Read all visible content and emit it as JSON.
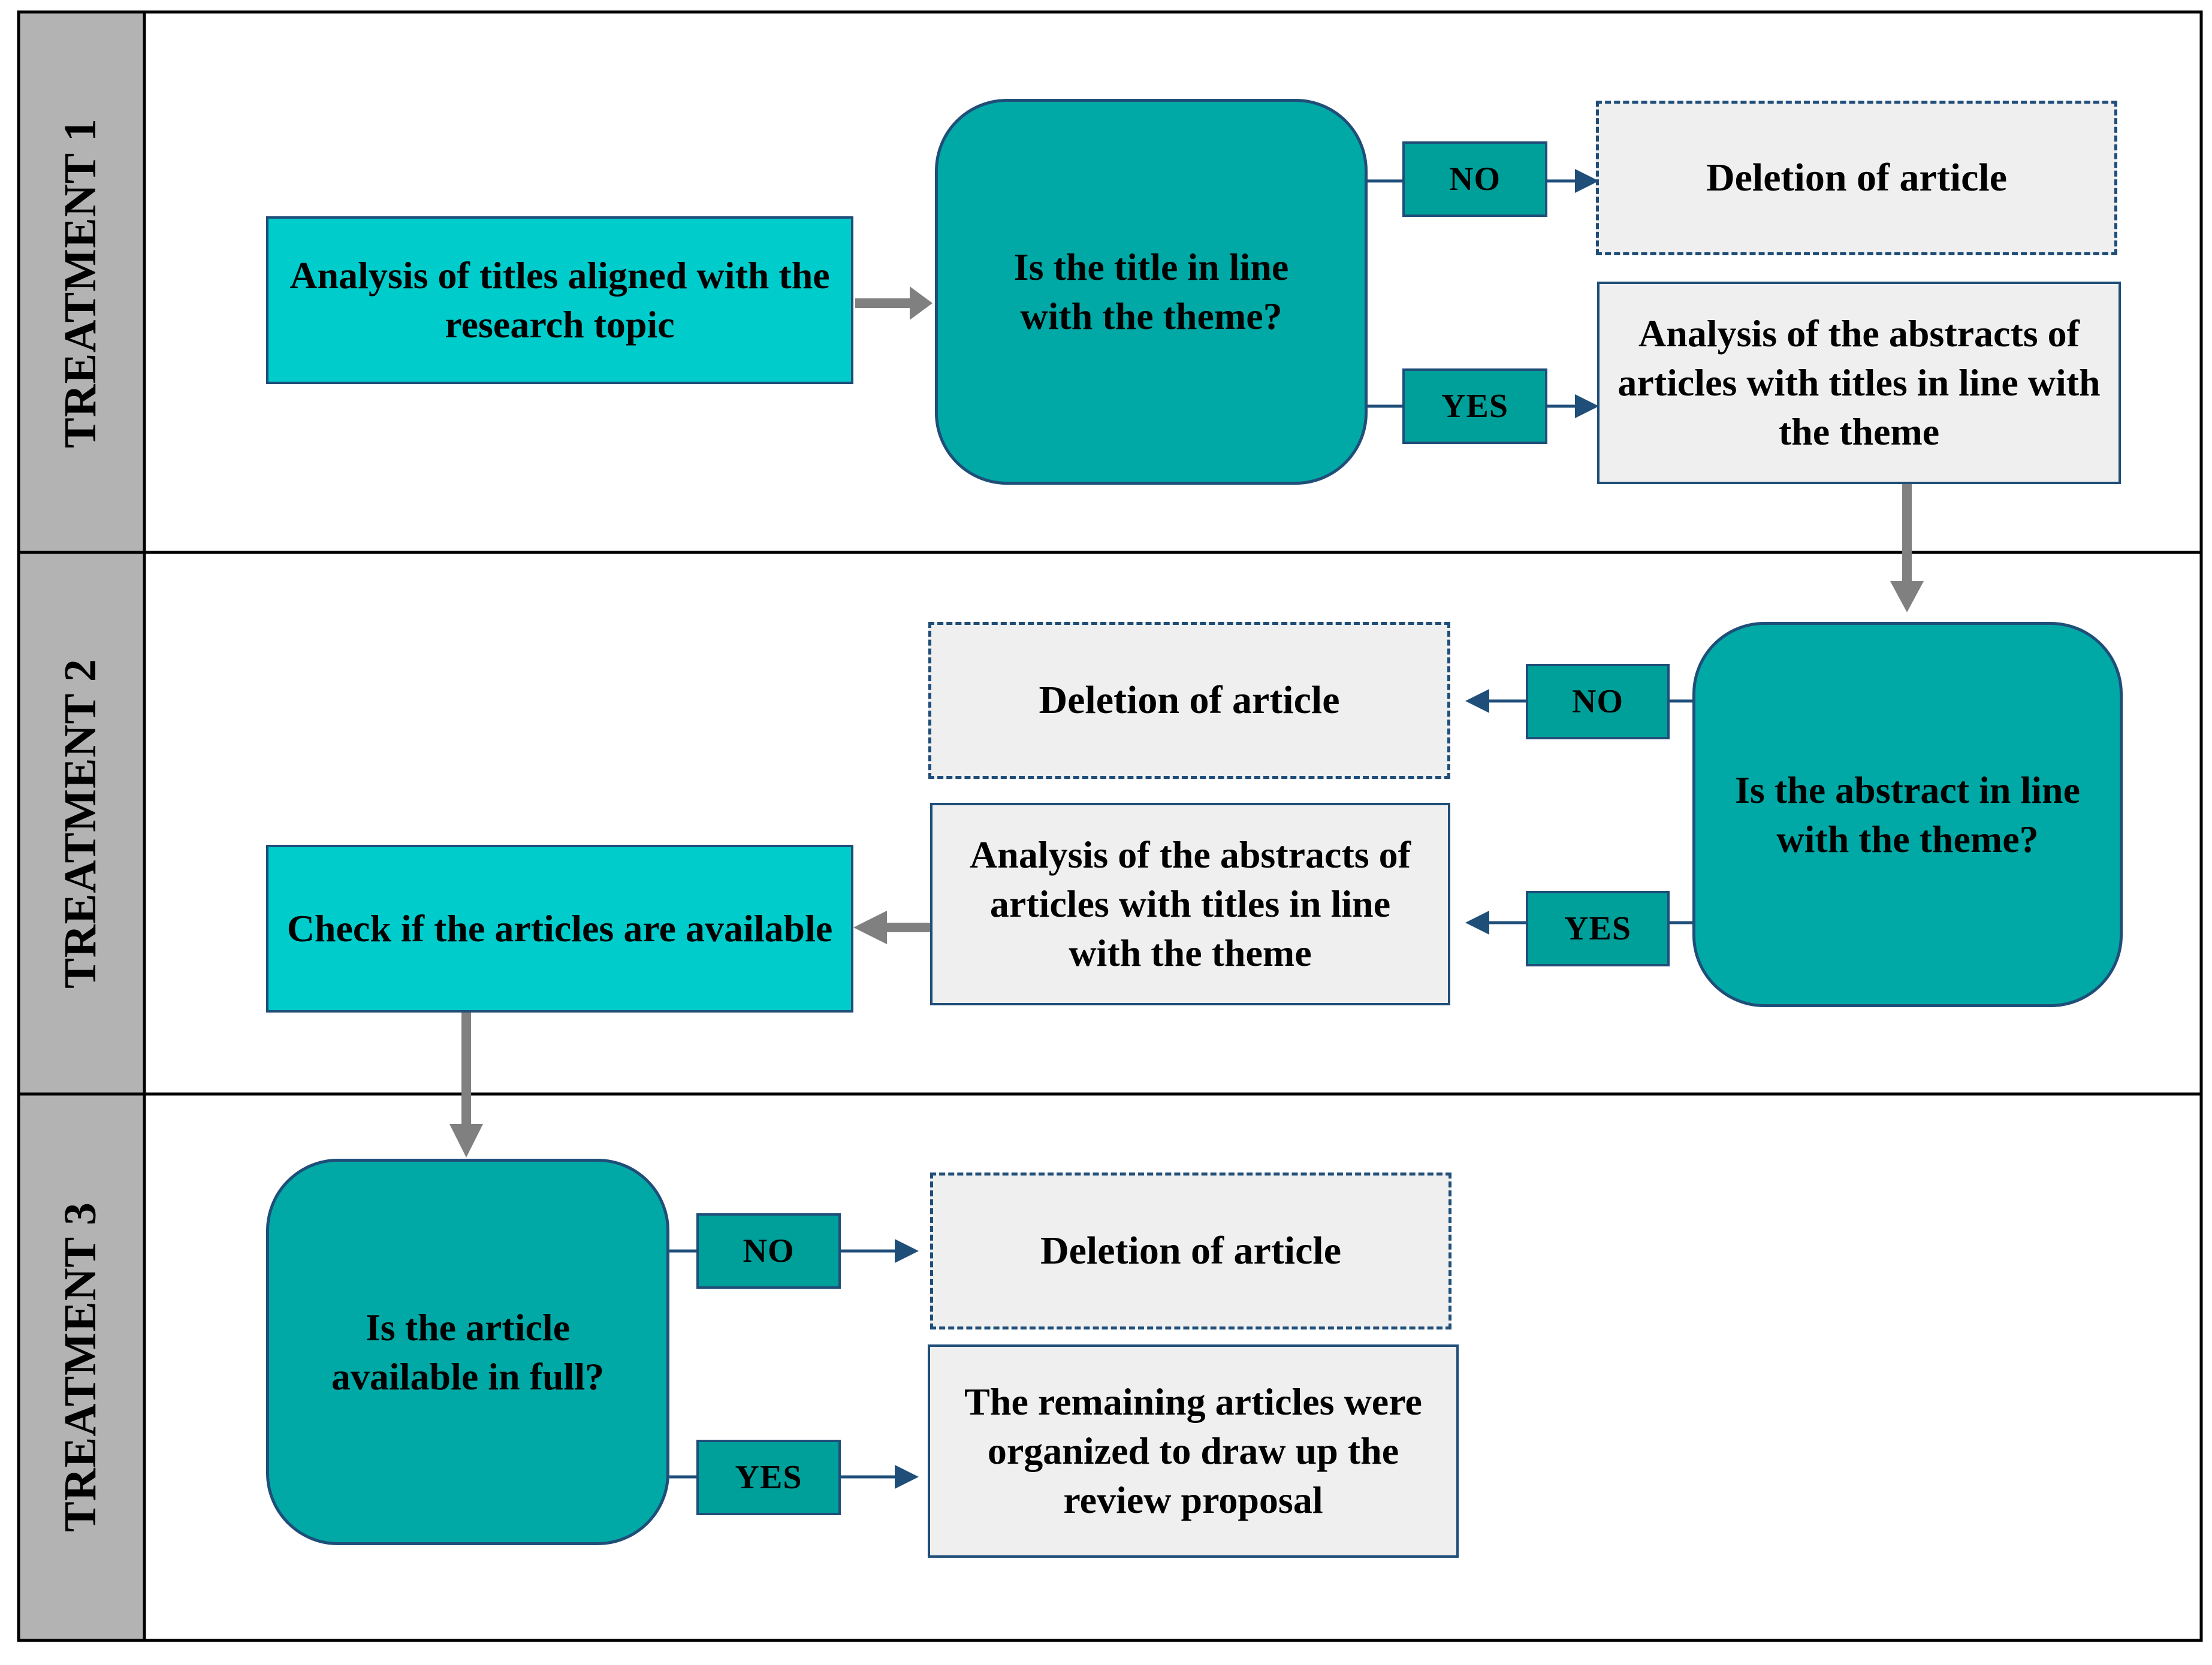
{
  "colors": {
    "lane_header": "#b3b3b3",
    "process_fill": "#00cccc",
    "decision_fill": "#00a9a6",
    "tag_fill": "#00a09a",
    "output_fill": "#efefef",
    "border": "#1f4e79",
    "flow_arrow": "#808080"
  },
  "lanes": [
    {
      "label": "TREATMENT 1"
    },
    {
      "label": "TREATMENT 2"
    },
    {
      "label": "TREATMENT 3"
    }
  ],
  "t1": {
    "process": "Analysis of titles aligned with the research topic",
    "decision": "Is the title in line with the theme?",
    "no": "NO",
    "yes": "YES",
    "delete": "Deletion of article",
    "result": "Analysis of the abstracts of articles with titles in line with the theme"
  },
  "t2": {
    "decision": "Is the abstract in line with the theme?",
    "no": "NO",
    "yes": "YES",
    "delete": "Deletion of article",
    "result": "Analysis of the abstracts of articles with titles in line with the theme",
    "process": "Check if the articles are available"
  },
  "t3": {
    "decision": "Is the article available in full?",
    "no": "NO",
    "yes": "YES",
    "delete": "Deletion of article",
    "result": "The remaining articles were organized to draw up the review proposal"
  }
}
